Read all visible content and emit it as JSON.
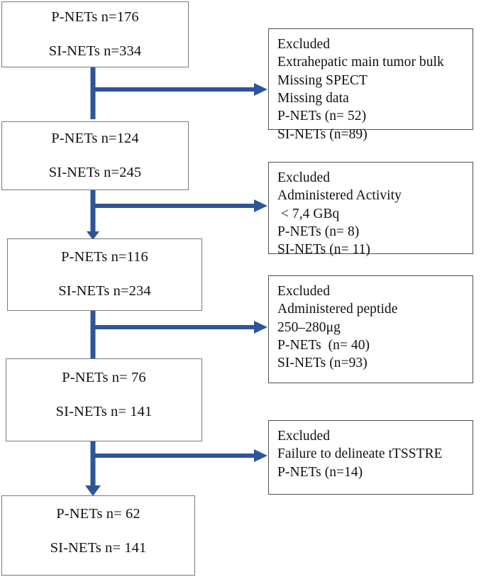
{
  "figure": {
    "type": "flowchart",
    "orientation": "vertical",
    "accent_color": "#2E5597",
    "box_border_color": "#7a7a7a",
    "background": "#ffffff"
  },
  "main_nodes": [
    {
      "id": "node-1",
      "line1": "P-NETs n=176",
      "line2": "SI-NETs n=334"
    },
    {
      "id": "node-2",
      "line1": "P-NETs n=124",
      "line2": "SI-NETs n=245"
    },
    {
      "id": "node-3",
      "line1": "P-NETs n=116",
      "line2": "SI-NETs n=234"
    },
    {
      "id": "node-4",
      "line1": "P-NETs n= 76",
      "line2": "SI-NETs n= 141"
    },
    {
      "id": "node-5",
      "line1": "P-NETs n= 62",
      "line2": "SI-NETs n= 141"
    }
  ],
  "exclusion_boxes": [
    {
      "id": "exclusion-1",
      "lines": [
        "Excluded",
        "Extrahepatic main tumor bulk",
        "Missing SPECT",
        "Missing data",
        "P-NETs (n= 52)",
        "SI-NETs (n=89)"
      ]
    },
    {
      "id": "exclusion-2",
      "lines": [
        "Excluded",
        "Administered Activity",
        " < 7,4 GBq",
        "P-NETs (n= 8)",
        "SI-NETs (n= 11)"
      ]
    },
    {
      "id": "exclusion-3",
      "lines": [
        "Excluded",
        "Administered peptide",
        "250–280μg",
        "P-NETs  (n= 40)",
        "SI-NETs (n=93)"
      ]
    },
    {
      "id": "exclusion-4",
      "lines": [
        "Excluded",
        "Failure to delineate tTSSTRE",
        "P-NETs (n=14)"
      ]
    }
  ]
}
